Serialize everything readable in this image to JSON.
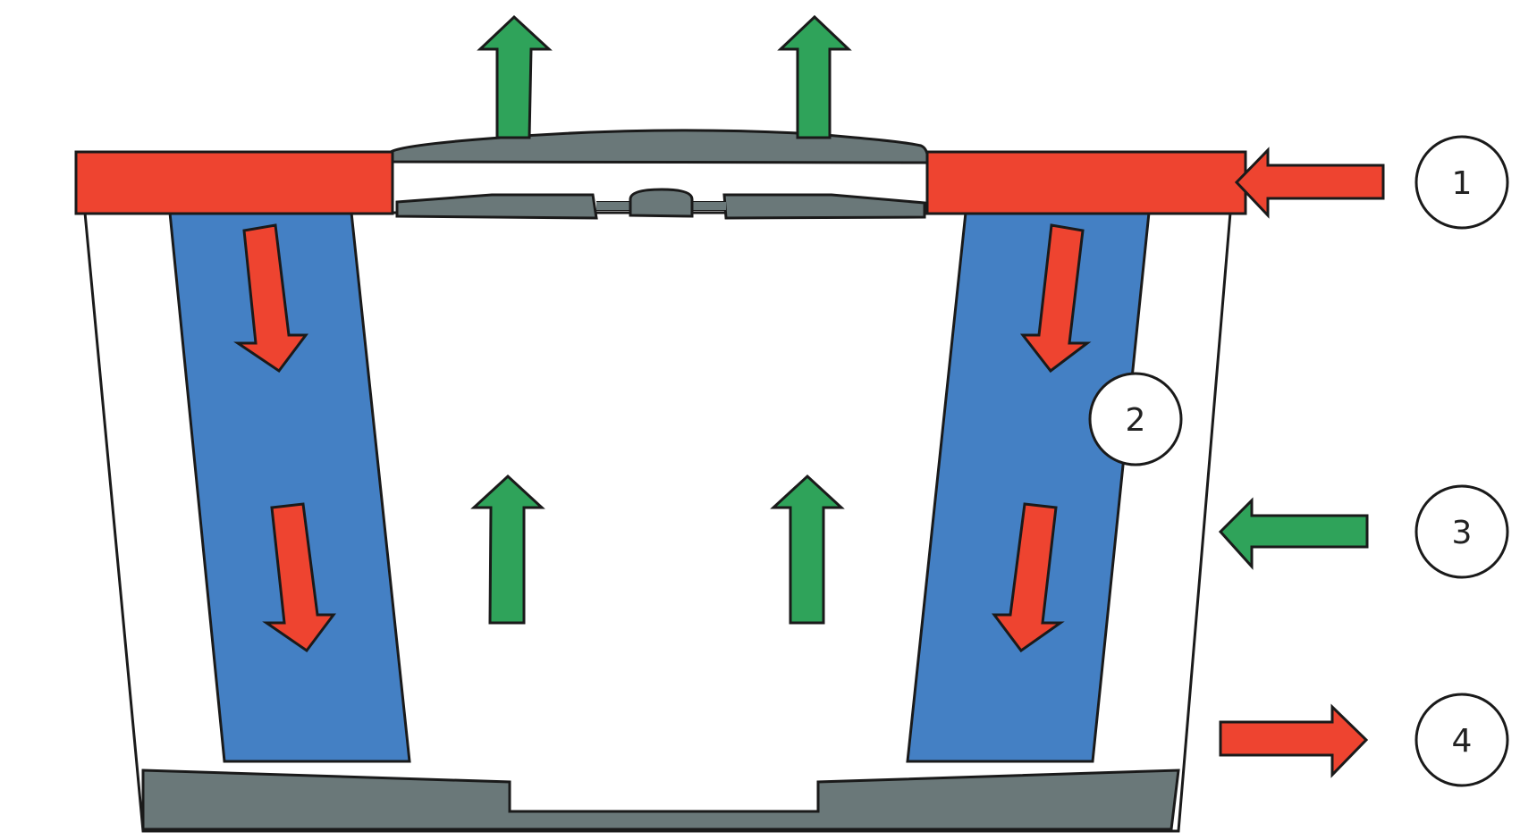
{
  "diagram": {
    "colors": {
      "hot": "#EE4430",
      "cool": "#2FA35A",
      "channel": "#4480C4",
      "metal": "#6A7879",
      "outline": "#1A1A1A",
      "background": "#FFFFFF"
    },
    "callouts": [
      {
        "label": "1"
      },
      {
        "label": "2"
      },
      {
        "label": "3"
      },
      {
        "label": "4"
      }
    ]
  }
}
